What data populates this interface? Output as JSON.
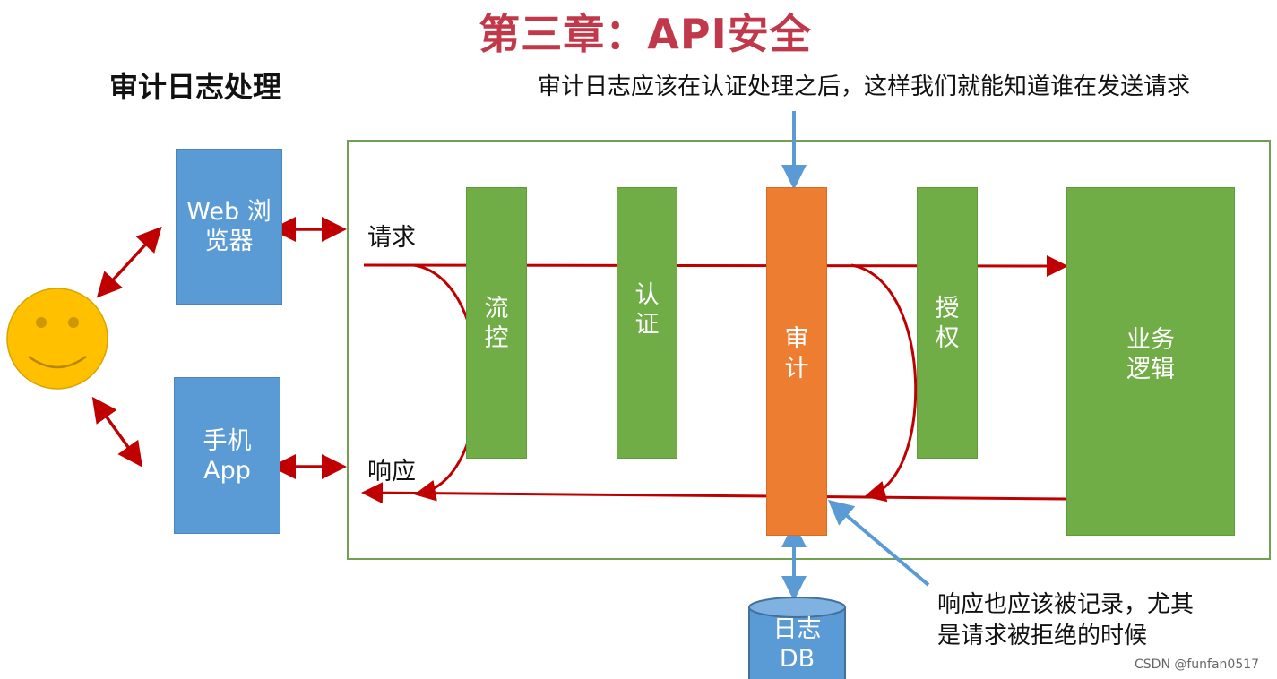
{
  "header": {
    "title": "第三章：API安全",
    "subtitle": "审计日志处理"
  },
  "notes": {
    "top": "审计日志应该在认证处理之后，这样我们就能知道谁在发送请求",
    "bottom": "响应也应该被记录，尤其是请求被拒绝的时候"
  },
  "clients": {
    "web": "Web 浏览器",
    "app": "手机 App"
  },
  "flow": {
    "request_label": "请求",
    "response_label": "响应"
  },
  "stages": {
    "rate_limit": "流控",
    "authn": "认证",
    "audit": "审计",
    "authz": "授权",
    "business": "业务 逻辑"
  },
  "storage": {
    "db_label": "日志 DB"
  },
  "watermark": "CSDN @funfan0517",
  "colors": {
    "title": "#c0384a",
    "client_box": "#5b9bd5",
    "stage_box": "#70ad47",
    "audit_box": "#ed7d31",
    "flow_line": "#c00000",
    "annotation_arrow": "#5b9bd5",
    "smiley": "#ffc000"
  },
  "icons": {
    "user": "smiley-face"
  }
}
